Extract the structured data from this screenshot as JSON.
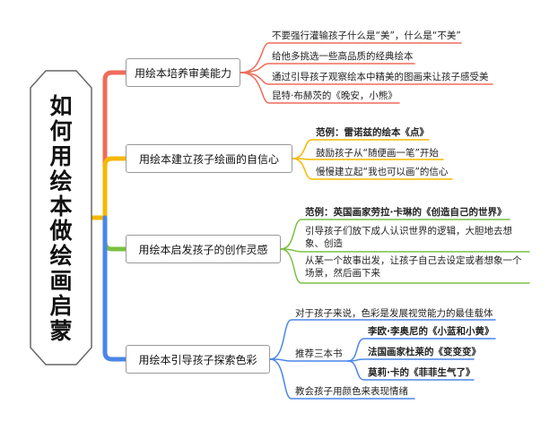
{
  "root": {
    "chars": [
      "如",
      "何",
      "用",
      "绘",
      "本",
      "做",
      "绘",
      "画",
      "启",
      "蒙"
    ]
  },
  "colors": {
    "red": "#ef6b5a",
    "orange": "#f5b800",
    "green": "#7bc043",
    "blue": "#4a86e8"
  },
  "branches": [
    {
      "label": "用绘本培养审美能力",
      "leaves": [
        "不要强行灌输孩子什么是“美”，什么是“不美”",
        "给他多挑选一些高品质的经典绘本",
        "通过引导孩子观察绘本中精美的图画来让孩子感受美",
        "昆特·布赫茨的《晚安，小熊》"
      ]
    },
    {
      "label": "用绘本建立孩子绘画的自信心",
      "leaves": [
        "范例：雷诺兹的绘本《点》",
        "鼓励孩子从“随便画一笔”开始",
        "慢慢建立起“我也可以画”的信心"
      ]
    },
    {
      "label": "用绘本启发孩子的创作灵感",
      "leaves": [
        "范例：英国画家劳拉·卡琳的《创造自己的世界》",
        "引导孩子们放下成人认识世界的逻辑，大胆地去想象、创造",
        "从某一个故事出发，让孩子自己去设定或者想象一个场景，然后画下来"
      ]
    },
    {
      "label": "用绘本引导孩子探索色彩",
      "leaves": [
        "对于孩子来说，色彩是发展视觉能力的最佳载体",
        "推荐三本书",
        "教会孩子用颜色来表现情绪"
      ],
      "books": [
        "李欧·李奥尼的《小蓝和小黄》",
        "法国画家杜莱的《变变变》",
        "莫莉·卡的《菲菲生气了》"
      ]
    }
  ]
}
